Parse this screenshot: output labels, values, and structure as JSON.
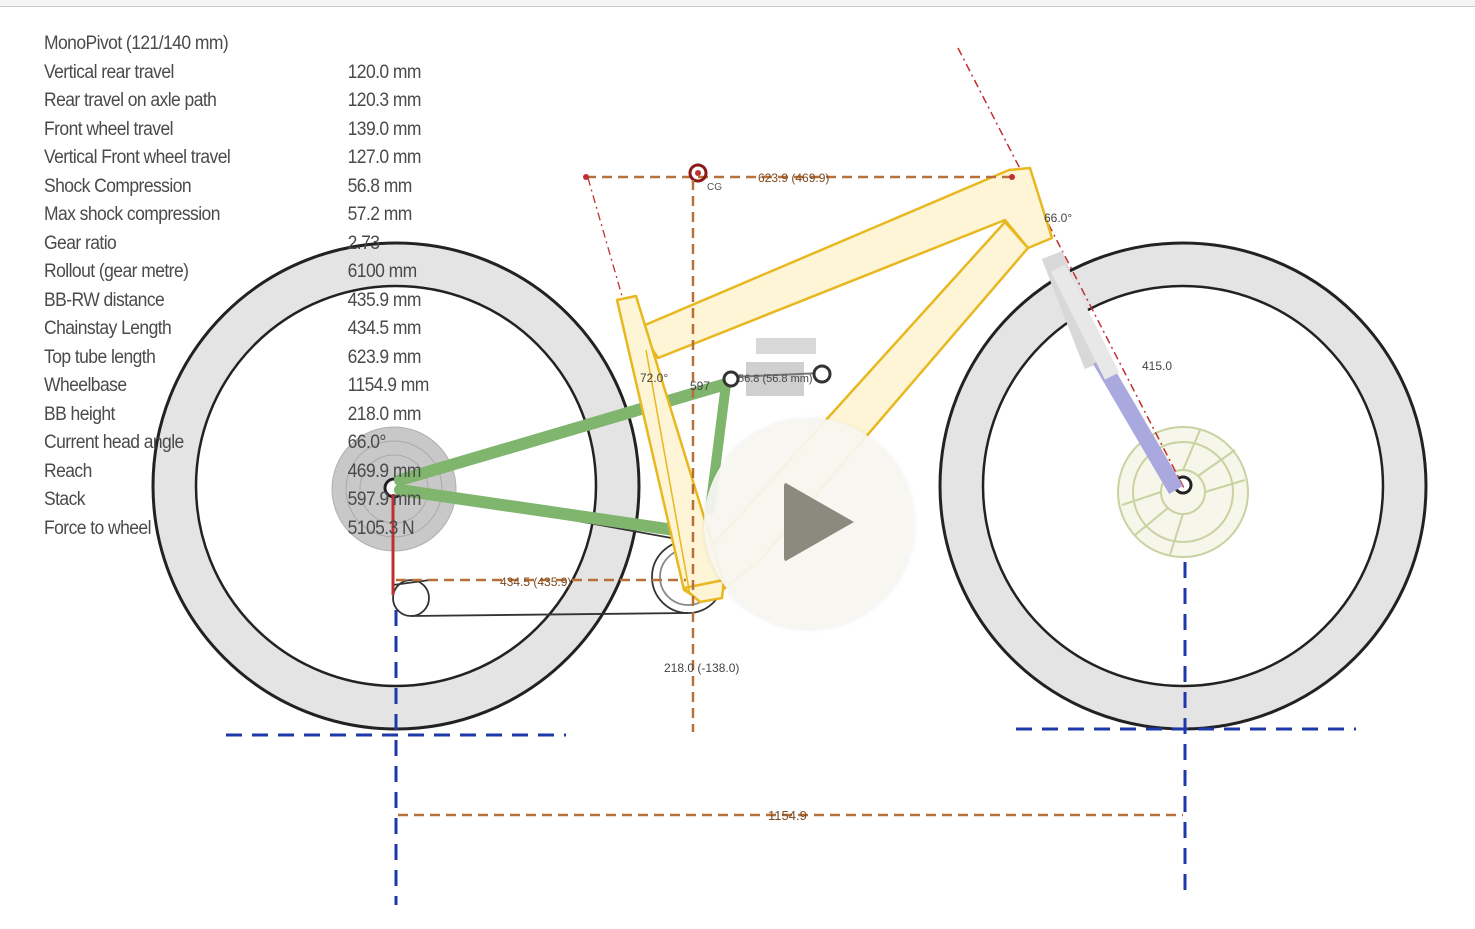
{
  "specs": {
    "title": "MonoPivot (121/140 mm)",
    "rows": [
      {
        "label": "Vertical rear travel",
        "value": "120.0 mm"
      },
      {
        "label": "Rear travel on axle path",
        "value": "120.3 mm"
      },
      {
        "label": "Front wheel travel",
        "value": "139.0 mm"
      },
      {
        "label": "Vertical Front wheel travel",
        "value": "127.0 mm"
      },
      {
        "label": "Shock Compression",
        "value": "56.8 mm"
      },
      {
        "label": "Max shock compression",
        "value": "57.2 mm"
      },
      {
        "label": "Gear ratio",
        "value": "2.73"
      },
      {
        "label": "Rollout (gear metre)",
        "value": "6100 mm"
      },
      {
        "label": "BB-RW distance",
        "value": "435.9 mm"
      },
      {
        "label": "Chainstay Length",
        "value": "434.5 mm"
      },
      {
        "label": "Top tube length",
        "value": "623.9 mm"
      },
      {
        "label": "Wheelbase",
        "value": "1154.9 mm"
      },
      {
        "label": "BB height",
        "value": "218.0 mm"
      },
      {
        "label": "Current head angle",
        "value": "66.0°"
      },
      {
        "label": "Reach",
        "value": "469.9 mm"
      },
      {
        "label": "Stack",
        "value": "597.9 mm"
      },
      {
        "label": "Force to wheel",
        "value": "5105.3 N"
      }
    ]
  },
  "dimensions": {
    "top_tube": "623.9 (469.9)",
    "cg_label": "CG",
    "head_angle": "66.0°",
    "seat_angle": "72.0°",
    "stack_partial": "597",
    "shock_label": "56.8 (56.8 mm)",
    "fork_length": "415.0",
    "chainstay": "434.5 (435.9)",
    "bb_height": "218.0 (-138.0)",
    "wheelbase": "1154.9"
  },
  "colors": {
    "frame_fill": "#fdf5d6",
    "frame_stroke": "#e8b820",
    "swingarm": "#7fb56d",
    "dim_brown": "#b8703a",
    "axis_blue": "#1f3aa8",
    "red_line": "#c03030",
    "fork_blue": "#a9a9e0"
  },
  "play_button": {
    "icon": "play-icon"
  }
}
